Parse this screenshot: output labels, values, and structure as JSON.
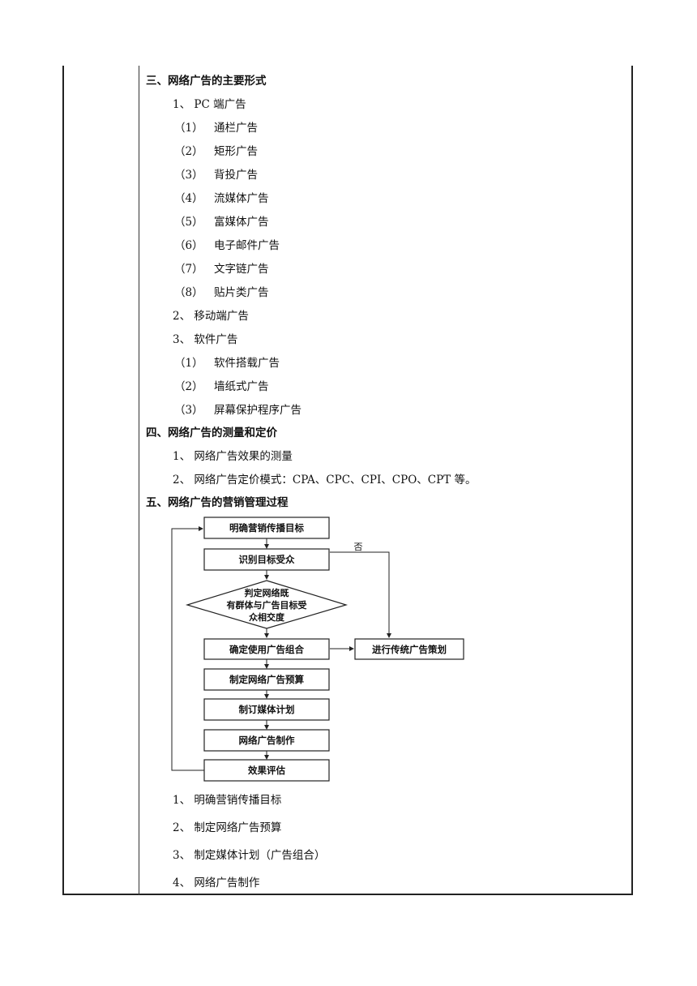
{
  "sections": {
    "s3": {
      "heading": "三、网络广告的主要形式",
      "pc": "1、 PC 端广告",
      "pc_items": [
        {
          "num": "（1）",
          "label": "通栏广告"
        },
        {
          "num": "（2）",
          "label": "矩形广告"
        },
        {
          "num": "（3）",
          "label": "背投广告"
        },
        {
          "num": "（4）",
          "label": "流媒体广告"
        },
        {
          "num": "（5）",
          "label": "富媒体广告"
        },
        {
          "num": "（6）",
          "label": "电子邮件广告"
        },
        {
          "num": "（7）",
          "label": "文字链广告"
        },
        {
          "num": "（8）",
          "label": "贴片类广告"
        }
      ],
      "mobile": "2、 移动端广告",
      "software": "3、 软件广告",
      "software_items": [
        {
          "num": "（1）",
          "label": "软件搭载广告"
        },
        {
          "num": "（2）",
          "label": "墙纸式广告"
        },
        {
          "num": "（3）",
          "label": "屏幕保护程序广告"
        }
      ]
    },
    "s4": {
      "heading": "四、网络广告的测量和定价",
      "item1": "1、 网络广告效果的测量",
      "item2": "2、 网络广告定价模式：CPA、CPC、CPI、CPO、CPT 等。"
    },
    "s5": {
      "heading": "五、网络广告的营销管理过程",
      "items": [
        "1、 明确营销传播目标",
        "2、 制定网络广告预算",
        "3、 制定媒体计划（广告组合）",
        "4、 网络广告制作"
      ]
    }
  },
  "flowchart": {
    "step1": "明确营销传播目标",
    "step2": "识别目标受众",
    "decision_line1": "判定网络既",
    "decision_line2": "有群体与广告目标受",
    "decision_line3": "众相交度",
    "no_label": "否",
    "step3": "确定使用广告组合",
    "traditional": "进行传统广告策划",
    "step4": "制定网络广告预算",
    "step5": "制订媒体计划",
    "step6": "网络广告制作",
    "step7": "效果评估"
  }
}
